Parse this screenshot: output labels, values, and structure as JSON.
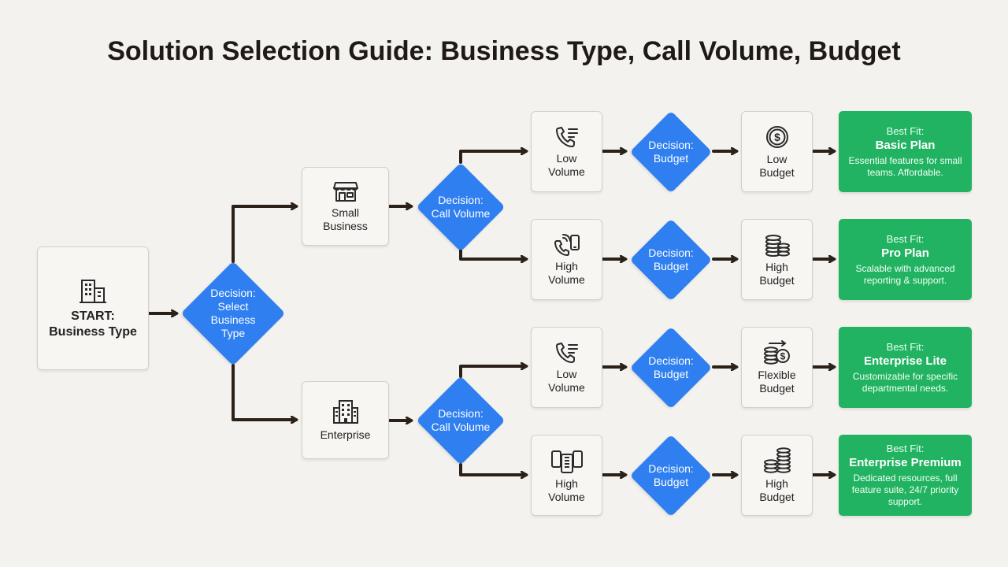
{
  "title": "Solution Selection Guide: Business Type, Call Volume, Budget",
  "colors": {
    "decision": "#2f7ff0",
    "result": "#22b362",
    "arrow": "#2b2118",
    "box_border": "#d3d0ca"
  },
  "start": {
    "label": "START:\nBusiness Type",
    "icon": "building-icon"
  },
  "decision_business": {
    "label": "Decision:\nSelect\nBusiness\nType"
  },
  "business_types": [
    {
      "label": "Small\nBusiness",
      "icon": "storefront-icon"
    },
    {
      "label": "Enterprise",
      "icon": "office-building-icon"
    }
  ],
  "decision_call_volume": [
    {
      "label": "Decision:\nCall Volume"
    },
    {
      "label": "Decision:\nCall Volume"
    }
  ],
  "volumes": [
    {
      "label": "Low\nVolume",
      "icon": "phone-icon"
    },
    {
      "label": "High\nVolume",
      "icon": "phone-ringing-icon"
    },
    {
      "label": "Low\nVolume",
      "icon": "phone-icon"
    },
    {
      "label": "High\nVolume",
      "icon": "multiple-phones-icon"
    }
  ],
  "decision_budget": [
    {
      "label": "Decision:\nBudget"
    },
    {
      "label": "Decision:\nBudget"
    },
    {
      "label": "Decision:\nBudget"
    },
    {
      "label": "Decision:\nBudget"
    }
  ],
  "budgets": [
    {
      "label": "Low\nBudget",
      "icon": "dollar-coin-icon"
    },
    {
      "label": "High\nBudget",
      "icon": "coin-stack-icon"
    },
    {
      "label": "Flexible\nBudget",
      "icon": "coin-exchange-icon"
    },
    {
      "label": "High\nBudget",
      "icon": "large-coin-stack-icon"
    }
  ],
  "results": [
    {
      "best_fit": "Best Fit:",
      "plan": "Basic Plan",
      "description": "Essential features for small teams. Affordable."
    },
    {
      "best_fit": "Best Fit:",
      "plan": "Pro Plan",
      "description": "Scalable with advanced reporting & support."
    },
    {
      "best_fit": "Best Fit:",
      "plan": "Enterprise Lite",
      "description": "Customizable for specific departmental needs."
    },
    {
      "best_fit": "Best Fit:",
      "plan": "Enterprise Premium",
      "description": "Dedicated resources, full feature suite, 24/7 priority support."
    }
  ]
}
